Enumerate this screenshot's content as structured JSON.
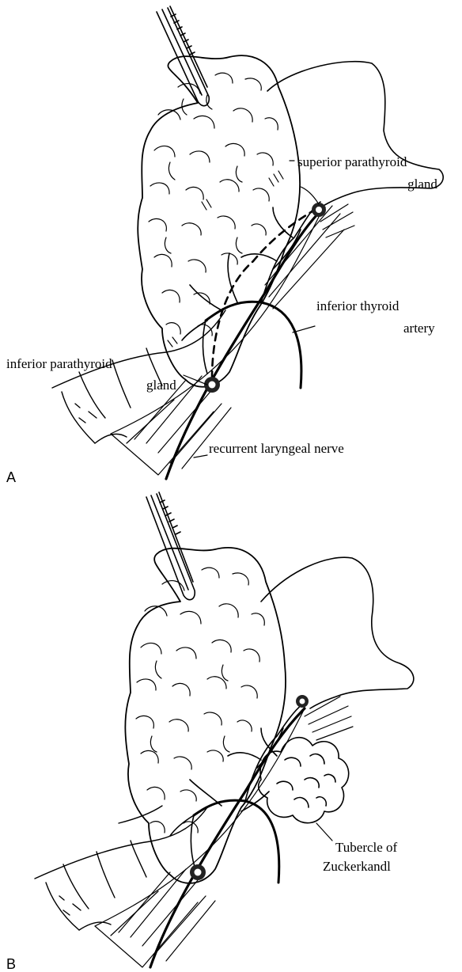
{
  "panels": [
    {
      "letter": "A",
      "labels": {
        "superior_parathyroid_1": "superior parathyroid",
        "superior_parathyroid_2": "gland",
        "inferior_thyroid_1": "inferior thyroid",
        "inferior_thyroid_2": "artery",
        "inferior_parathyroid_1": "inferior parathyroid",
        "inferior_parathyroid_2": "gland",
        "recurrent_nerve": "recurrent laryngeal nerve"
      }
    },
    {
      "letter": "B",
      "labels": {
        "tubercle_1": "Tubercle of",
        "tubercle_2": "Zuckerkandl"
      }
    }
  ],
  "colors": {
    "ink": "#000000",
    "paper": "#ffffff"
  }
}
